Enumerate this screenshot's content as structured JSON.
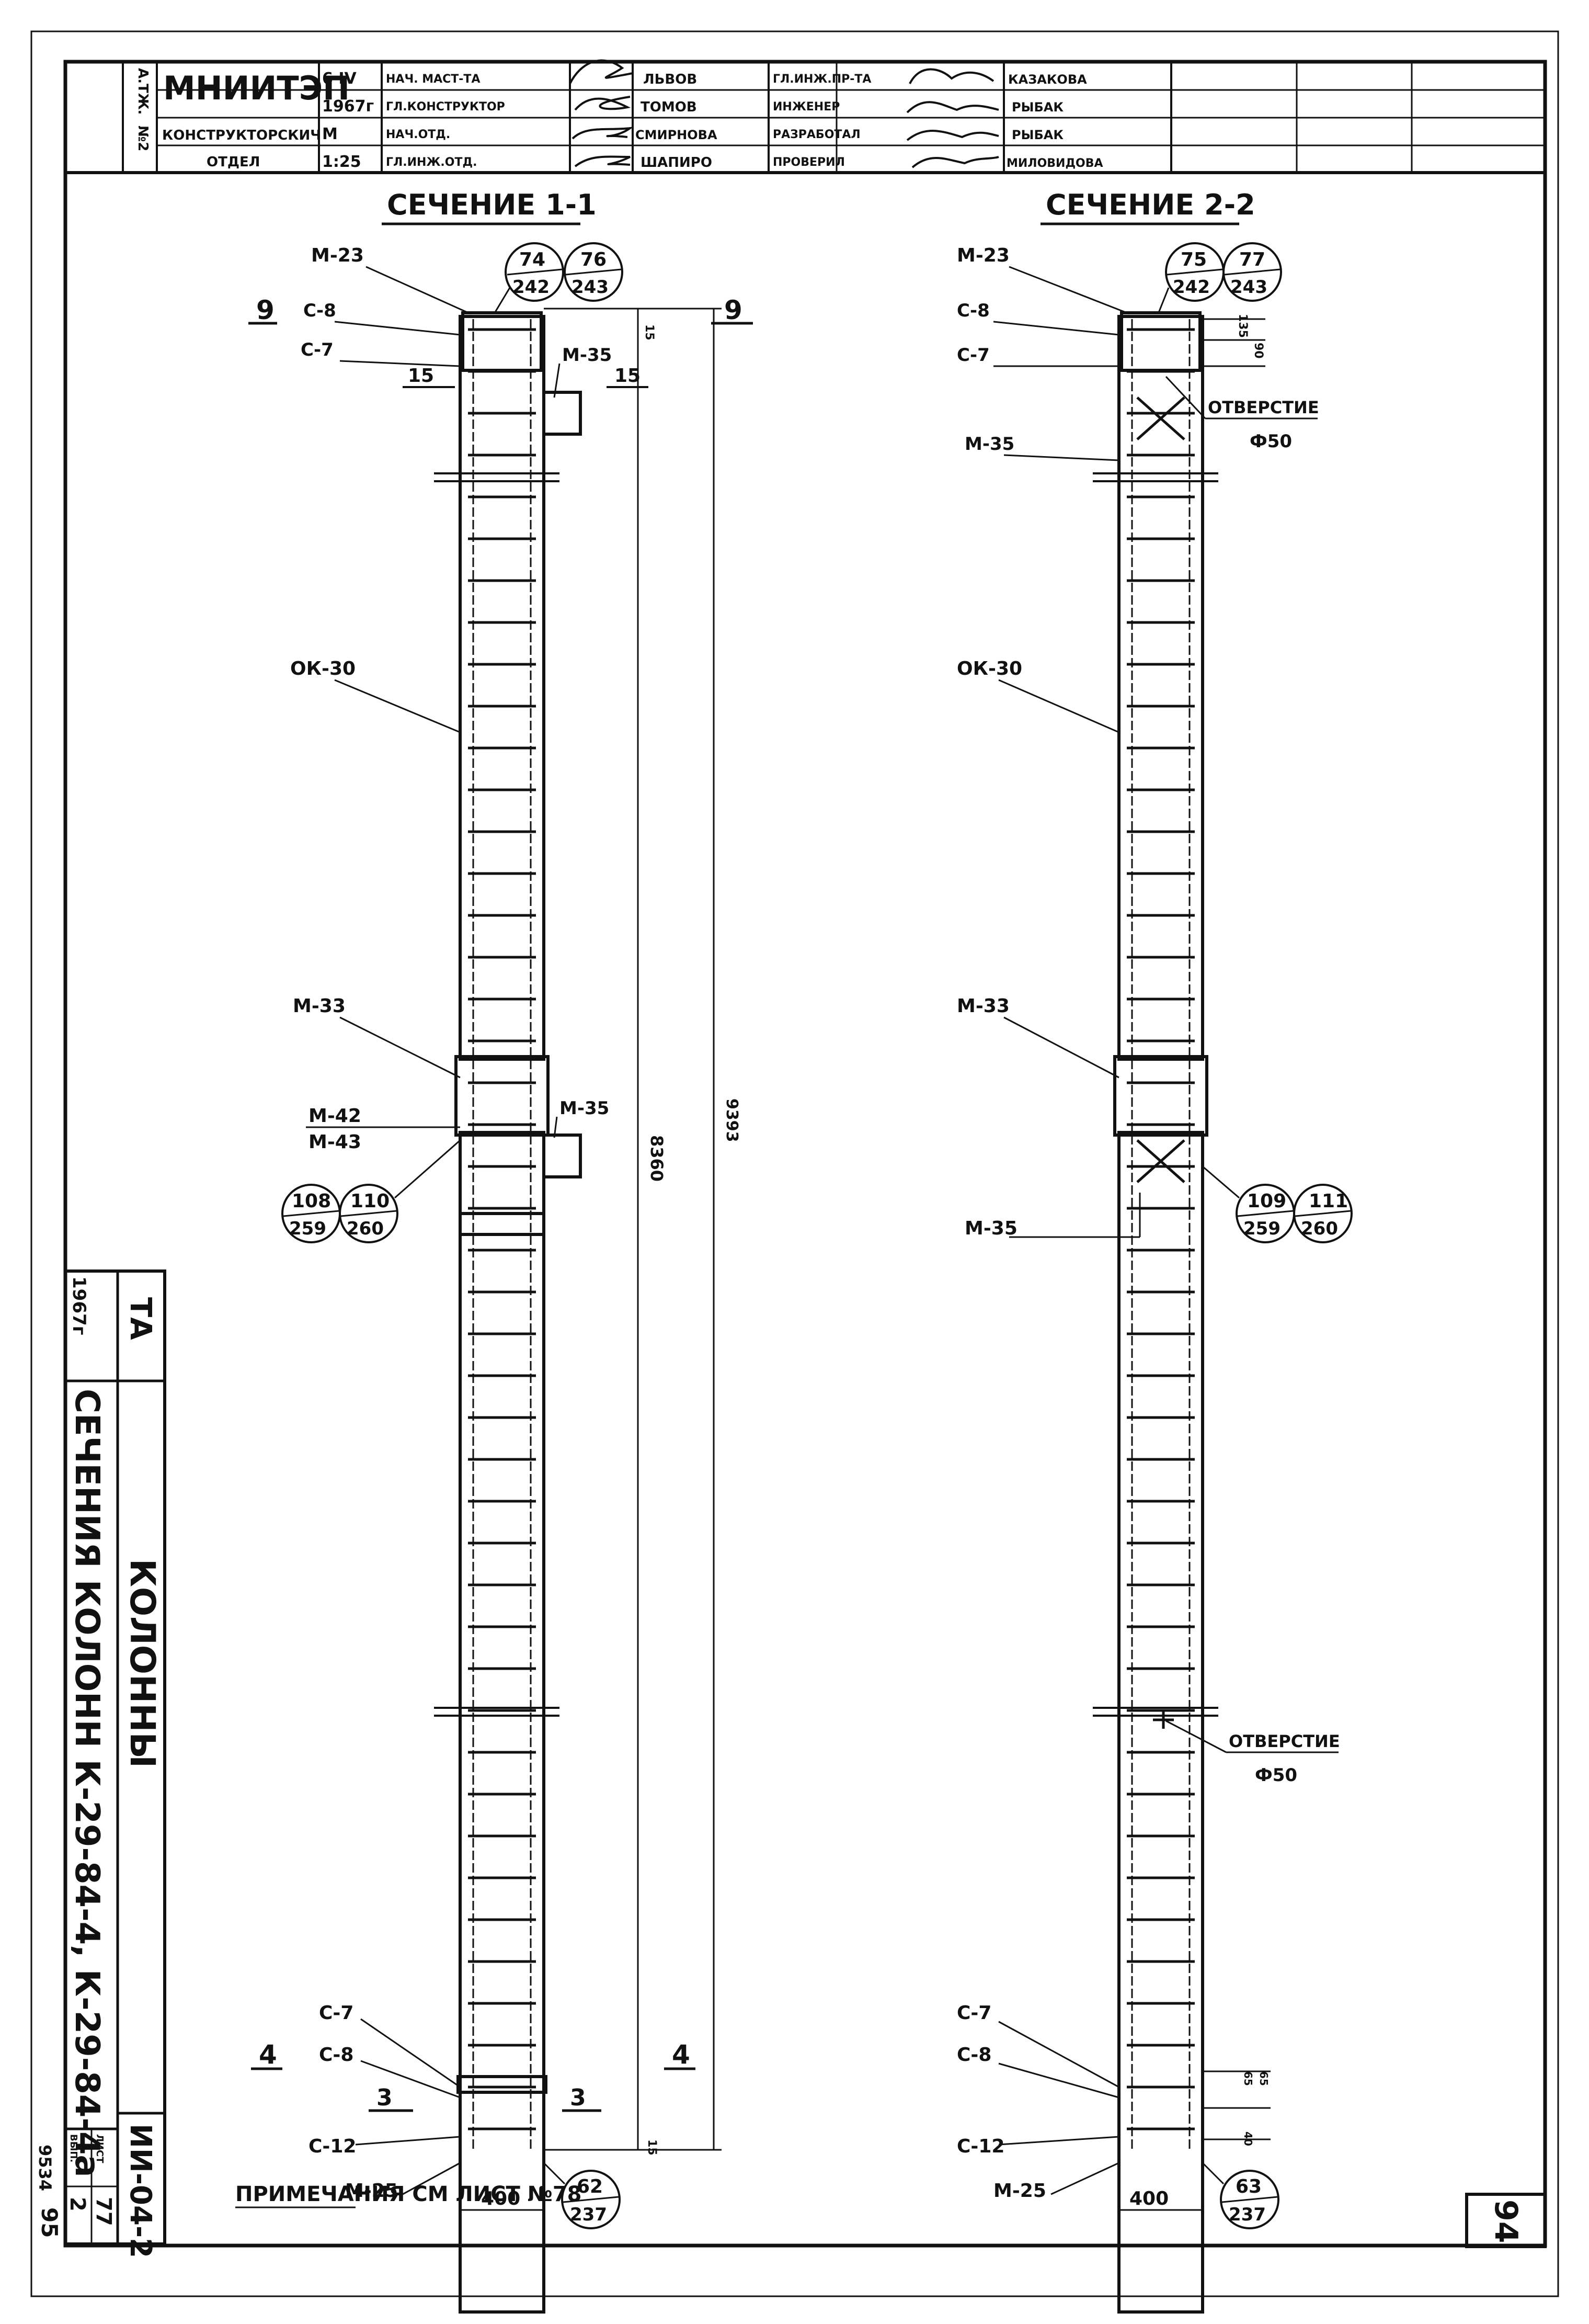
{
  "title_block": {
    "org": "МНИИТЭП",
    "dept_line1": "КОНСТРУКТОРСКИЧ",
    "dept_line2": "ОТДЕЛ",
    "side_code_1": "А.ТЖ.",
    "side_code_2": "№2",
    "info": [
      "6 IV",
      "1967г",
      "М",
      "1:25"
    ],
    "roles": [
      "НАЧ. МАСТ-ТА",
      "ГЛ.КОНСТРУКТОР",
      "НАЧ.ОТД.",
      "ГЛ.ИНЖ.ОТД."
    ],
    "surnames": [
      "ЛЬВОВ",
      "ТОМОВ",
      "СМИРНОВА",
      "ШАПИРО"
    ],
    "roles2": [
      "ГЛ.ИНЖ.ПР-ТА",
      "ИНЖЕНЕР",
      "РАЗРАБОТАЛ",
      "ПРОВЕРИЛ"
    ],
    "surnames2": [
      "КАЗАКОВА",
      "РЫБАК",
      "РЫБАК",
      "МИЛОВИДОВА"
    ]
  },
  "section1": {
    "title": "СЕЧЕНИЕ 1-1",
    "labels": {
      "m23": "М-23",
      "c8": "С-8",
      "c7": "С-7",
      "m35a": "М-35",
      "ok30": "ОК-30",
      "m33": "М-33",
      "m42": "М-42",
      "m43": "М-43",
      "m35b": "М-35",
      "c7b": "С-7",
      "c8b": "С-8",
      "c12": "С-12",
      "m25": "М-25"
    },
    "cut_top": "9",
    "cut_mid": "15",
    "cut_low": "3",
    "cut_bot": "4",
    "dim_height": "8360",
    "dim_total": "9393",
    "dim_width": "400",
    "dim_top": "15",
    "dim_bottom": "15",
    "refs": {
      "top_a_n": "74",
      "top_a_d": "242",
      "top_b_n": "76",
      "top_b_d": "243",
      "mid_a_n": "108",
      "mid_a_d": "259",
      "mid_b_n": "110",
      "mid_b_d": "260",
      "bot_n": "62",
      "bot_d": "237"
    }
  },
  "section2": {
    "title": "СЕЧЕНИЕ 2-2",
    "labels": {
      "m23": "М-23",
      "c8": "С-8",
      "c7": "С-7",
      "m35a": "М-35",
      "ok30": "ОК-30",
      "m33": "М-33",
      "m35b": "М-35",
      "c7b": "С-7",
      "c8b": "С-8",
      "c12": "С-12",
      "m25": "М-25"
    },
    "hole_label": "ОТВЕРСТИЕ",
    "hole_dia": "Ф50",
    "hole_label2": "ОТВЕРСТИЕ",
    "hole_dia2": "Ф50",
    "dims_top": [
      "135",
      "90"
    ],
    "dims_bottom": [
      "65",
      "65",
      "40"
    ],
    "dim_width": "400",
    "refs": {
      "top_a_n": "75",
      "top_a_d": "242",
      "top_b_n": "77",
      "top_b_d": "243",
      "mid_a_n": "109",
      "mid_a_d": "259",
      "mid_b_n": "111",
      "mid_b_d": "260",
      "bot_n": "63",
      "bot_d": "237"
    }
  },
  "side_panel": {
    "ta": "ТА",
    "year": "1967г",
    "line1": "СЕЧЕНИЯ КОЛОНН К-29-84-4, К-29-84-4а",
    "line2": "КОЛОННЫ",
    "code": "ИИ-04-2",
    "vyp_label": "ВЫП.",
    "list_label": "ЛИСТ",
    "vyp": "2",
    "list": "77",
    "stamp1": "9534",
    "stamp2": "95"
  },
  "note": "ПРИМЕЧАНИЯ СМ ЛИСТ №78",
  "sheet_number": "94"
}
